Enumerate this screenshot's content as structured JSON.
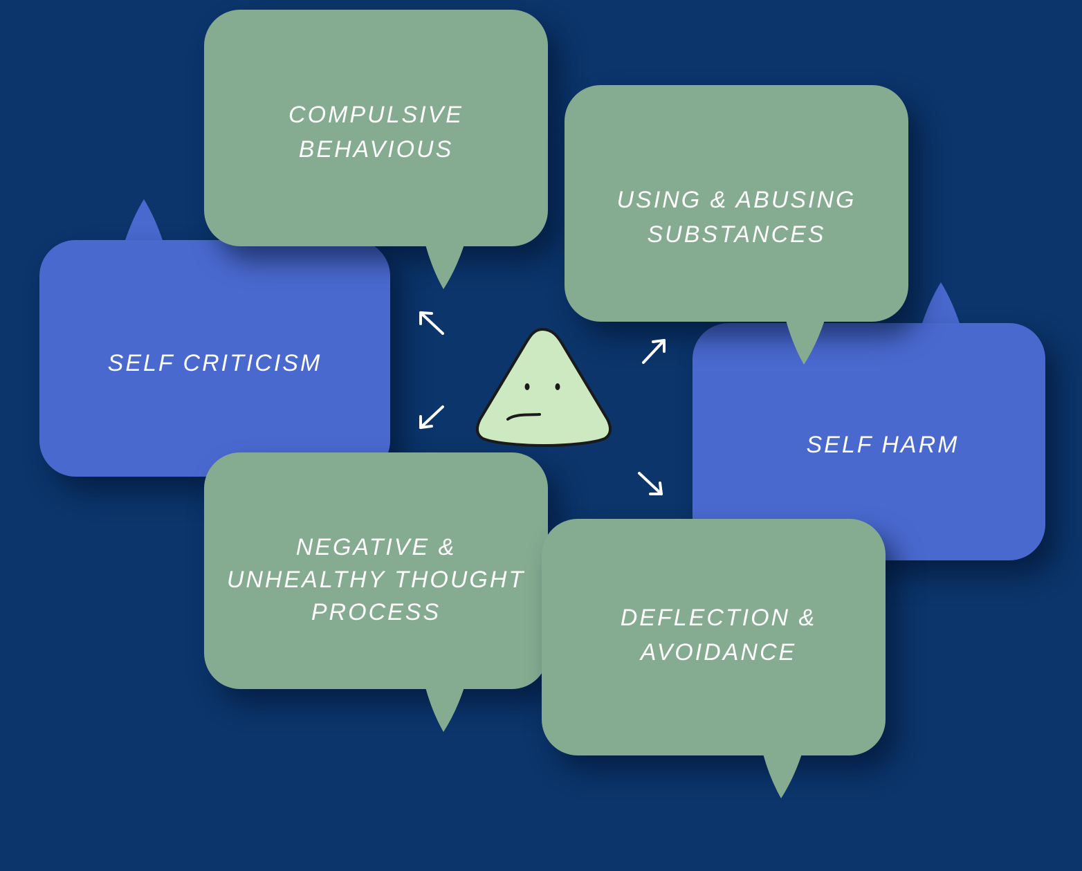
{
  "colors": {
    "background": "#0b356b",
    "green_bubble": "#85ab91",
    "blue_bubble": "#4a69cf",
    "face_fill": "#cde9c1",
    "text": "#ffffff"
  },
  "center_icon": {
    "name": "worried-triangle-face-icon"
  },
  "bubbles": {
    "compulsive": {
      "text": "COMPULSIVE\nBEHAVIOUS"
    },
    "substances": {
      "text": "USING & ABUSING\nSUBSTANCES"
    },
    "self_criticism": {
      "text": "SELF CRITICISM"
    },
    "self_harm": {
      "text": "SELF HARM"
    },
    "negative": {
      "text": "NEGATIVE &\nUNHEALTHY THOUGHT\nPROCESS"
    },
    "deflection": {
      "text": "DEFLECTION &\nAVOIDANCE"
    }
  },
  "arrows": [
    "arrow-up-left-icon",
    "arrow-down-left-icon",
    "arrow-up-right-icon",
    "arrow-down-right-icon"
  ]
}
